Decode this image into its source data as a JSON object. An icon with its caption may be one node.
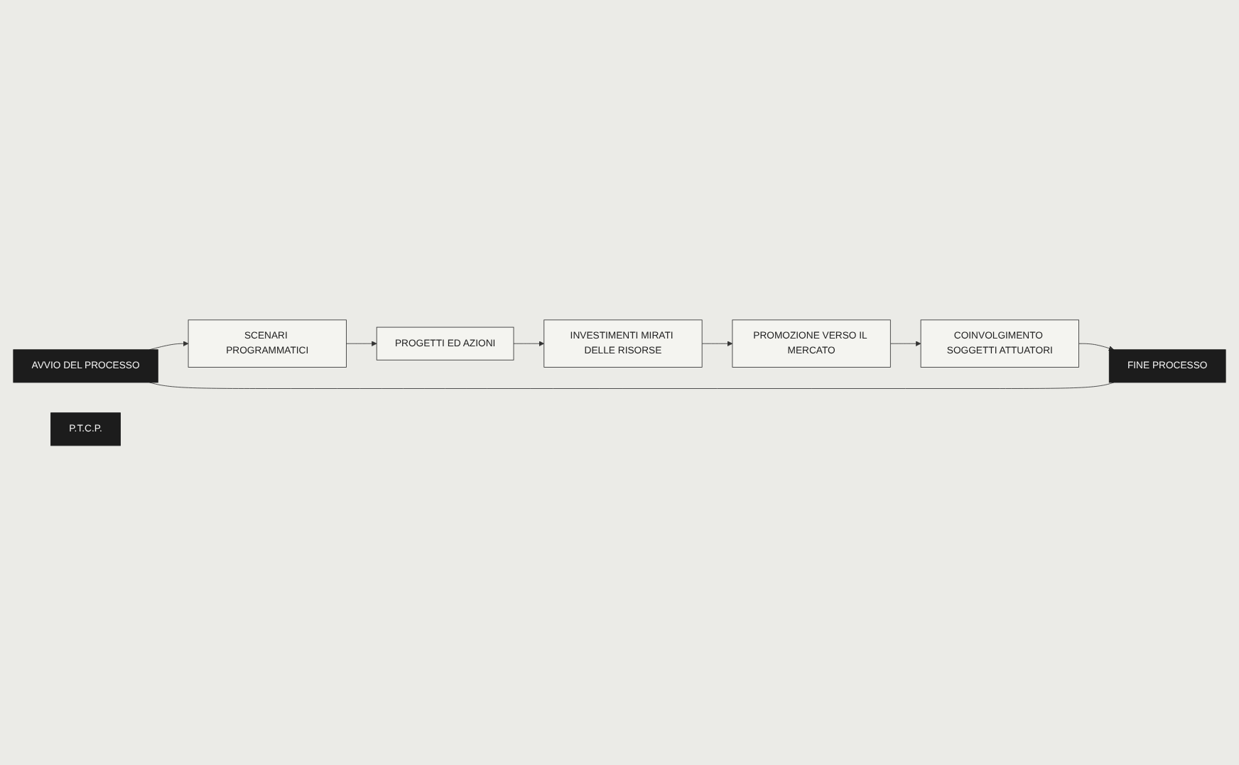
{
  "diagram": {
    "nodes": [
      {
        "text": [
          "AVVIO DEL PROCESSO"
        ]
      },
      {
        "text": [
          "P.T.C.P."
        ]
      },
      {
        "text": [
          "FINE PROCESSO"
        ]
      },
      {
        "text": [
          "SCENARI PROGRAMMATICI"
        ]
      },
      {
        "text": [
          "PROGETTI ED AZIONI"
        ]
      },
      {
        "text": [
          "INVESTIMENTI MIRATI DELLE RISORSE"
        ]
      },
      {
        "text": [
          "PROMOZIONE VERSO IL MERCATO"
        ]
      },
      {
        "text": [
          "COINVOLGIMENTO SOGGETTI ATTUATORI"
        ]
      }
    ],
    "edges": [
      {
        "from": 0,
        "to": 3,
        "arrow": "to"
      },
      {
        "from": 3,
        "to": 4,
        "arrow": "to"
      },
      {
        "from": 4,
        "to": 5,
        "arrow": "to"
      },
      {
        "from": 5,
        "to": 6,
        "arrow": "to"
      },
      {
        "from": 6,
        "to": 7,
        "arrow": "to"
      },
      {
        "from": 7,
        "to": 2,
        "arrow": "to"
      },
      {
        "from": 2,
        "to": 0,
        "arrow": "none"
      }
    ]
  }
}
